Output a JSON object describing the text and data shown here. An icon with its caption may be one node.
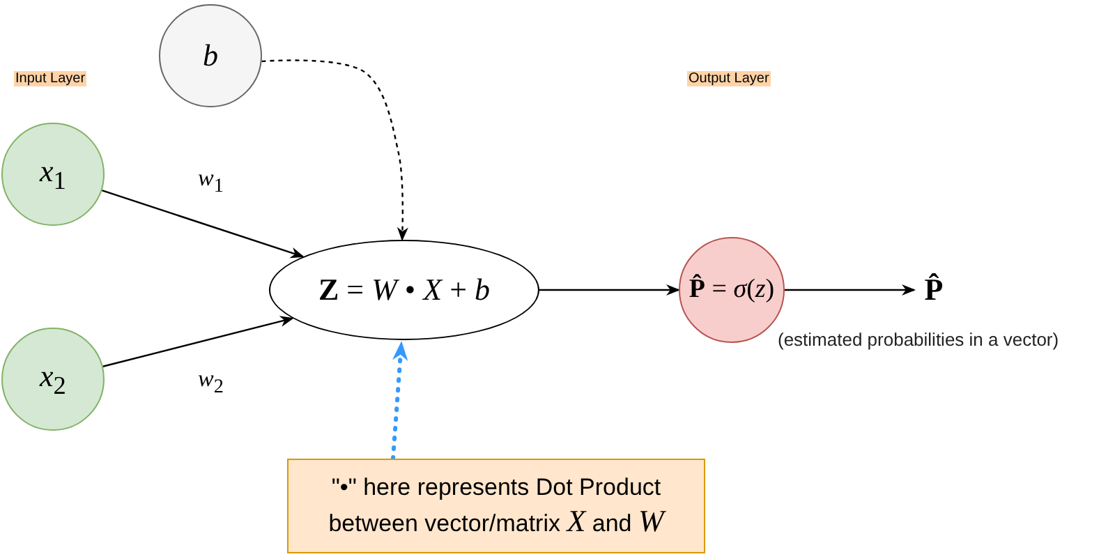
{
  "diagram": {
    "nodes": [
      {
        "text": [
          "b"
        ]
      },
      {
        "text": [
          "*x*$_{1}$"
        ]
      },
      {
        "text": [
          "*x*$_{2}$"
        ]
      },
      {
        "text": [
          "**Z** = *W* • *X* + *b*"
        ]
      },
      {
        "text": [
          "**P̂** = *σ*(*z*)"
        ]
      },
      {
        "text": [
          "P̂"
        ]
      },
      {
        "text": [
          "\"•\" here represents Dot Product between vector/matrix *X* and *W*"
        ]
      }
    ],
    "edges": [
      {
        "from": 0,
        "to": 3,
        "arrow": "to",
        "style": "dashed"
      },
      {
        "from": 1,
        "to": 3,
        "arrow": "to",
        "label": "*w*$_{1}$"
      },
      {
        "from": 2,
        "to": 3,
        "arrow": "to",
        "label": "*w*$_{2}$"
      },
      {
        "from": 3,
        "to": 4,
        "arrow": "to"
      },
      {
        "from": 4,
        "to": 5,
        "arrow": "to"
      },
      {
        "from": 6,
        "to": 3,
        "arrow": "to",
        "style": "dashed",
        "color": "#3399ff"
      }
    ],
    "labels": [
      "Input Layer",
      "Output Layer",
      "(estimated probabilities in a vector)"
    ]
  }
}
